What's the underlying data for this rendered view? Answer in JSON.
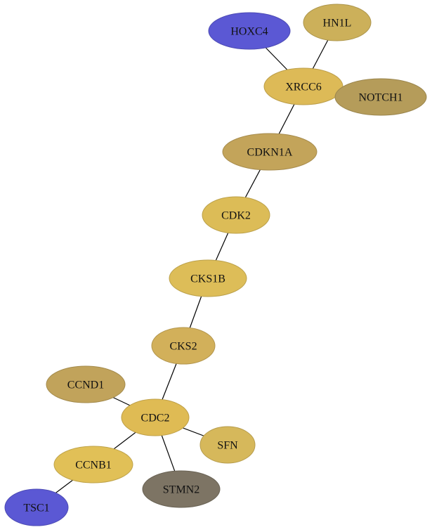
{
  "nodes": [
    {
      "id": "HOXC4",
      "label": "HOXC4",
      "color": "#5b58d4"
    },
    {
      "id": "HN1L",
      "label": "HN1L",
      "color": "#ccb05a"
    },
    {
      "id": "XRCC6",
      "label": "XRCC6",
      "color": "#ddba57"
    },
    {
      "id": "NOTCH1",
      "label": "NOTCH1",
      "color": "#b59c5a"
    },
    {
      "id": "CDKN1A",
      "label": "CDKN1A",
      "color": "#c3a45a"
    },
    {
      "id": "CDK2",
      "label": "CDK2",
      "color": "#dcbc57"
    },
    {
      "id": "CKS1B",
      "label": "CKS1B",
      "color": "#ddbd58"
    },
    {
      "id": "CKS2",
      "label": "CKS2",
      "color": "#d2b05a"
    },
    {
      "id": "CCND1",
      "label": "CCND1",
      "color": "#c1a35b"
    },
    {
      "id": "CDC2",
      "label": "CDC2",
      "color": "#dfbb54"
    },
    {
      "id": "SFN",
      "label": "SFN",
      "color": "#d6b85b"
    },
    {
      "id": "CCNB1",
      "label": "CCNB1",
      "color": "#e1c057"
    },
    {
      "id": "STMN2",
      "label": "STMN2",
      "color": "#7d7464"
    },
    {
      "id": "TSC1",
      "label": "TSC1",
      "color": "#5b58d4"
    }
  ],
  "edges": [
    [
      "HOXC4",
      "XRCC6"
    ],
    [
      "HN1L",
      "XRCC6"
    ],
    [
      "XRCC6",
      "NOTCH1"
    ],
    [
      "XRCC6",
      "CDKN1A"
    ],
    [
      "CDKN1A",
      "CDK2"
    ],
    [
      "CDK2",
      "CKS1B"
    ],
    [
      "CKS1B",
      "CKS2"
    ],
    [
      "CKS2",
      "CDC2"
    ],
    [
      "CCND1",
      "CDC2"
    ],
    [
      "CDC2",
      "SFN"
    ],
    [
      "CDC2",
      "CCNB1"
    ],
    [
      "CDC2",
      "STMN2"
    ],
    [
      "CCNB1",
      "TSC1"
    ]
  ]
}
